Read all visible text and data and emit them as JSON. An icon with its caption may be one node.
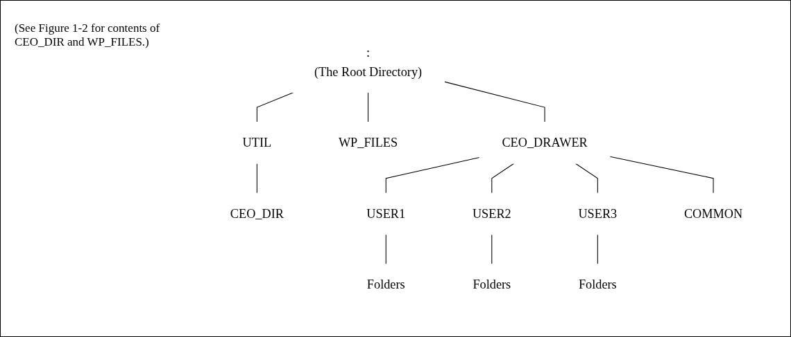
{
  "diagram": {
    "nodes": [
      {
        "text": [
          ":",
          "(The Root Directory)"
        ]
      },
      {
        "text": [
          "UTIL"
        ]
      },
      {
        "text": [
          "WP_FILES"
        ]
      },
      {
        "text": [
          "CEO_DRAWER"
        ]
      },
      {
        "text": [
          "CEO_DIR"
        ]
      },
      {
        "text": [
          "USER1"
        ]
      },
      {
        "text": [
          "USER2"
        ]
      },
      {
        "text": [
          "USER3"
        ]
      },
      {
        "text": [
          "COMMON"
        ]
      },
      {
        "text": [
          "Folders"
        ]
      },
      {
        "text": [
          "Folders"
        ]
      },
      {
        "text": [
          "Folders"
        ]
      }
    ],
    "edges": [
      {
        "from": 0,
        "to": 1,
        "arrow": "none"
      },
      {
        "from": 0,
        "to": 2,
        "arrow": "none"
      },
      {
        "from": 0,
        "to": 3,
        "arrow": "none"
      },
      {
        "from": 1,
        "to": 4,
        "arrow": "none"
      },
      {
        "from": 3,
        "to": 5,
        "arrow": "none"
      },
      {
        "from": 3,
        "to": 6,
        "arrow": "none"
      },
      {
        "from": 3,
        "to": 7,
        "arrow": "none"
      },
      {
        "from": 3,
        "to": 8,
        "arrow": "none"
      },
      {
        "from": 5,
        "to": 9,
        "arrow": "none"
      },
      {
        "from": 6,
        "to": 10,
        "arrow": "none"
      },
      {
        "from": 7,
        "to": 11,
        "arrow": "none"
      }
    ],
    "labels": [
      "(See Figure 1-2 for contents of CEO_DIR and WP_FILES.)"
    ]
  }
}
